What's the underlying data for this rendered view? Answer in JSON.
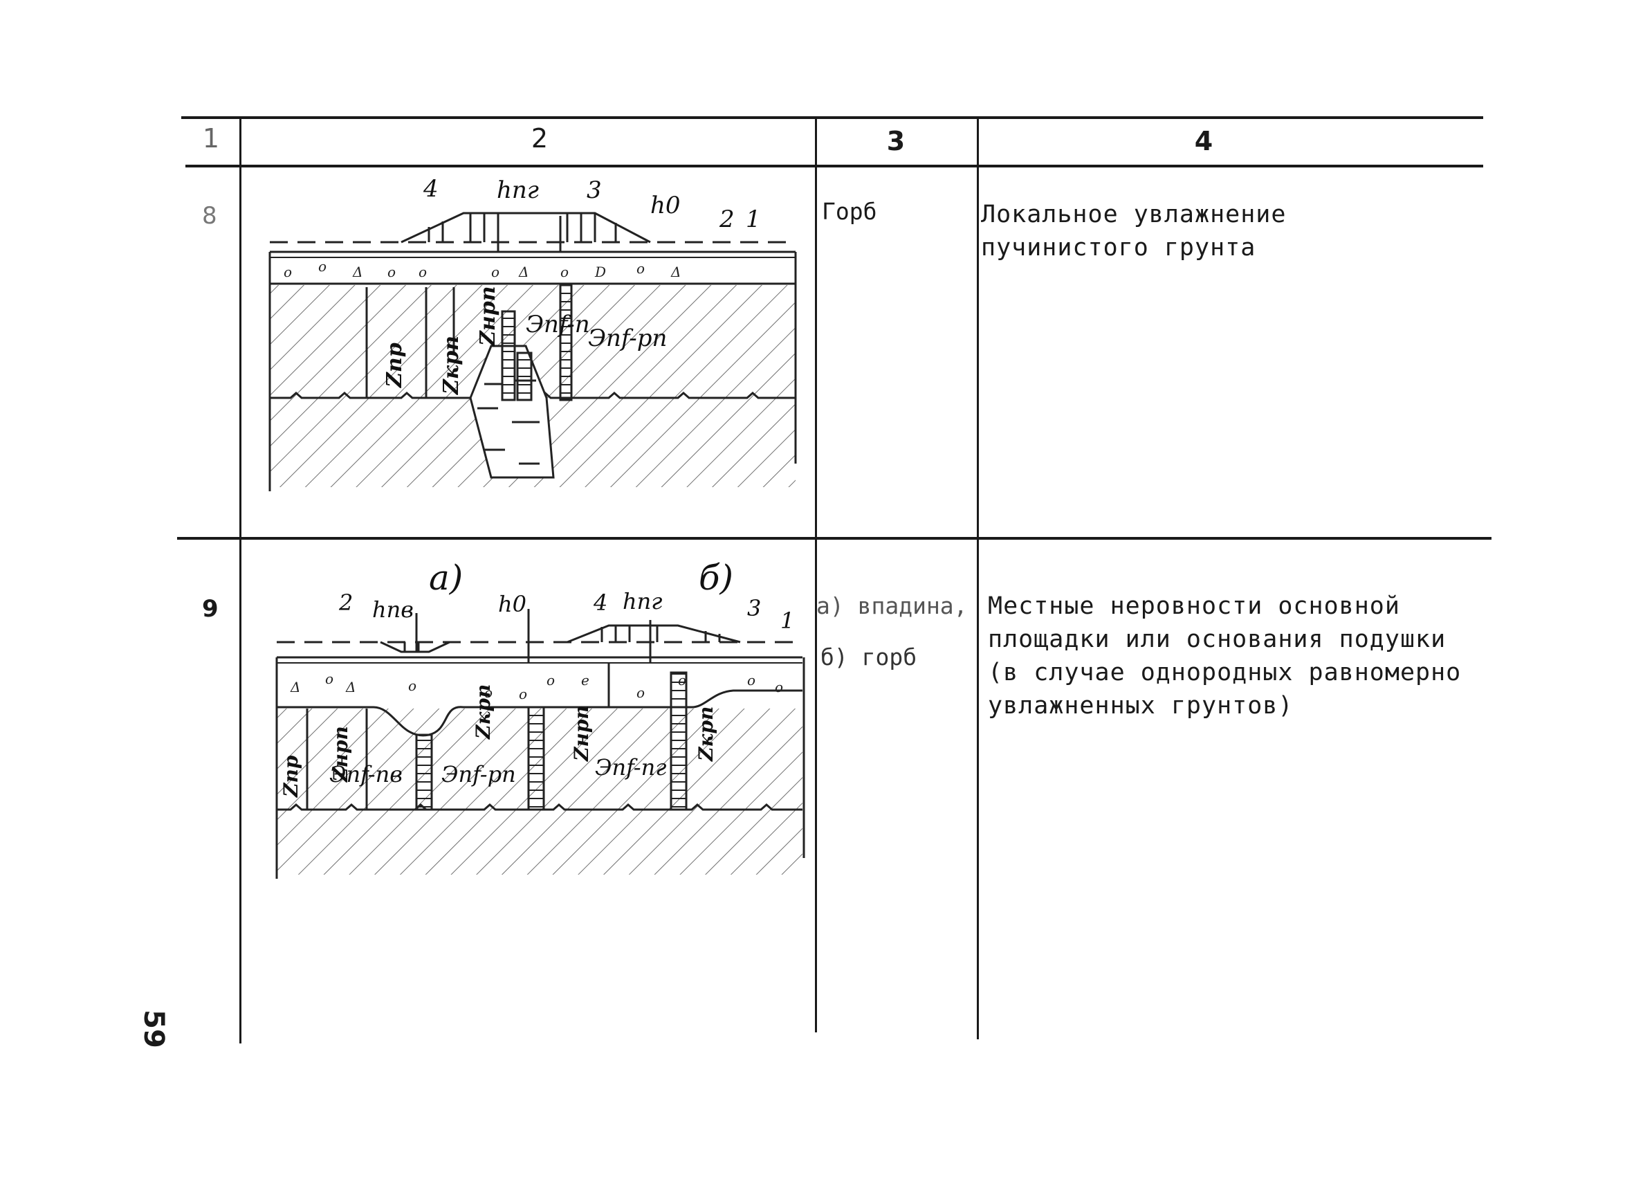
{
  "table": {
    "headers": [
      "1",
      "2",
      "3",
      "4"
    ],
    "rows": [
      {
        "number": "8",
        "name": "Горб",
        "description": "Локальное увлажнение пучинистого грунта"
      },
      {
        "number": "9",
        "name_a": "а) впадина,",
        "name_b": "б) горб",
        "description": "Местные неровности основной площадки или основания подушки (в случае однородных равномерно увлажненных грунтов)"
      }
    ]
  },
  "figure8": {
    "labels": {
      "l4": "4",
      "l3": "3",
      "l2": "2",
      "l1": "1",
      "h_pg": "hпг",
      "h0": "h0",
      "z_pr": "Zпр",
      "z_krp": "Zкрп",
      "z_nrp": "Zнрп",
      "e_pf_p": "Эпf-п",
      "e_pf_rp": "Эпf-рп"
    }
  },
  "figure9": {
    "labels": {
      "a": "а)",
      "b": "б)",
      "l2": "2",
      "l4": "4",
      "l3": "3",
      "l1": "1",
      "h_pv": "hпв",
      "h0": "h0",
      "h_pg": "hпг",
      "z_pr": "Zпр",
      "z_nrp_a": "Zнрп",
      "z_krp_a": "Zкрп",
      "z_nrp_b": "Zнрп",
      "z_krp_b": "Zкрп",
      "e_pf_pv": "Эпf-пв",
      "e_pf_rp": "Эпf-рп",
      "e_pf_pg": "Эпf-пг"
    }
  },
  "page_number": "59"
}
